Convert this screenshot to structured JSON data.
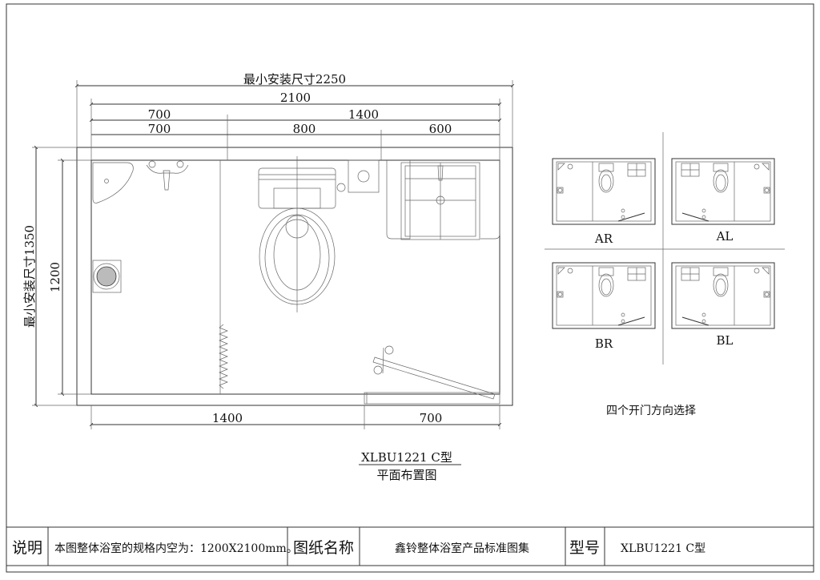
{
  "plan": {
    "dim_overall_width": "最小安装尺寸2250",
    "dim_inner_width": "2100",
    "dim_row2": [
      "700",
      "1400"
    ],
    "dim_row3": [
      "700",
      "800",
      "600"
    ],
    "dim_overall_depth": "最小安装尺寸1350",
    "dim_inner_depth": "1200",
    "dim_bottom": [
      "1400",
      "700"
    ],
    "model_caption": "XLBU1221 C型",
    "caption": "平面布置图"
  },
  "variants": {
    "labels": [
      "AR",
      "AL",
      "BR",
      "BL"
    ],
    "note": "四个开门方向选择"
  },
  "title_block": {
    "desc_label": "说明",
    "desc_text": "本图整体浴室的规格内空为：1200X2100mm。",
    "drawing_name_label": "图纸名称",
    "drawing_name": "鑫铃整体浴室产品标准图集",
    "model_label": "型号",
    "model": "XLBU1221 C型"
  }
}
